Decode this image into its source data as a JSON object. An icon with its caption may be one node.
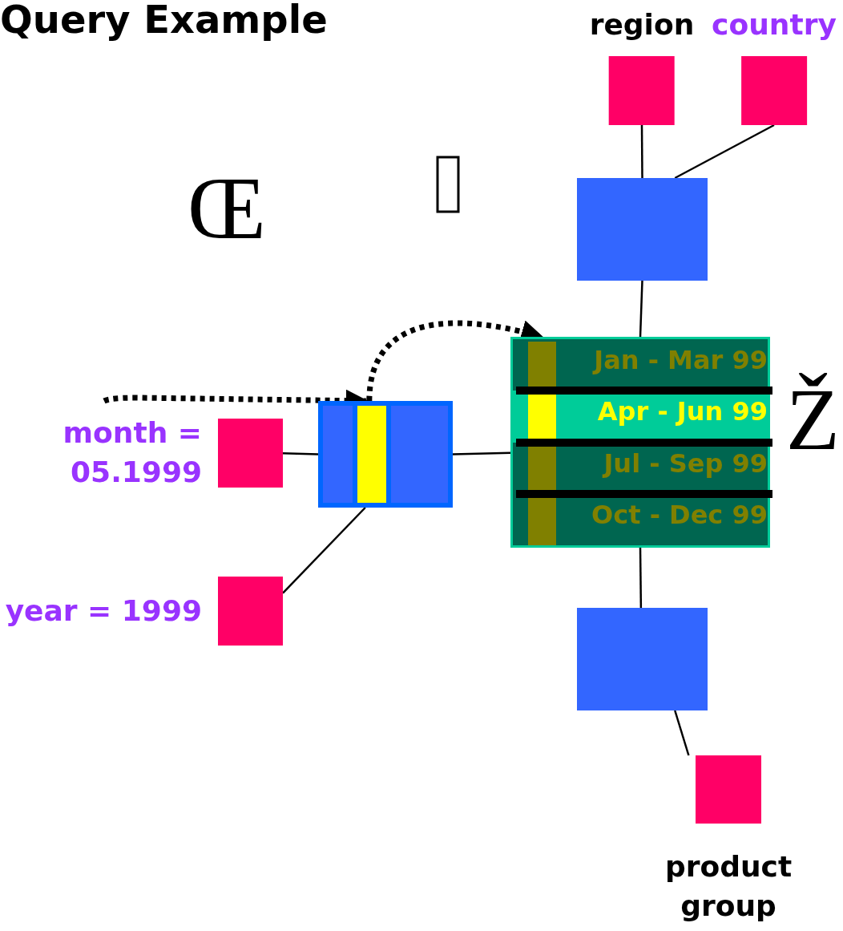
{
  "diagram": {
    "title": "Query Example",
    "nodes": [
      {
        "text": [
          "region"
        ]
      },
      {
        "text": [
          "country"
        ]
      },
      {
        "text": [],
        "shape": "box"
      },
      {
        "text": [
          "Jan - Mar 99",
          "Apr - Jun 99",
          "Jul - Sep 99",
          "Oct - Dec 99"
        ]
      },
      {
        "text": [],
        "shape": "box"
      },
      {
        "text": [
          "product group"
        ]
      },
      {
        "text": [],
        "shape": "box"
      },
      {
        "text": [
          "month = 05.1999"
        ]
      },
      {
        "text": [
          "year = 1999"
        ]
      }
    ],
    "edges": [
      {
        "from": 0,
        "to": 2,
        "arrow": "none"
      },
      {
        "from": 1,
        "to": 2,
        "arrow": "none"
      },
      {
        "from": 2,
        "to": 3,
        "arrow": "none"
      },
      {
        "from": 3,
        "to": 4,
        "arrow": "none"
      },
      {
        "from": 4,
        "to": 5,
        "arrow": "none"
      },
      {
        "from": 7,
        "to": 6,
        "arrow": "none"
      },
      {
        "from": 8,
        "to": 6,
        "arrow": "none"
      },
      {
        "from": 6,
        "to": 3,
        "arrow": "none"
      },
      {
        "from": null,
        "to": 6,
        "arrow": "to",
        "style": "dashed"
      },
      {
        "from": 6,
        "to": 3,
        "arrow": "to",
        "style": "dashed"
      }
    ],
    "labels": [
      "Œ",
      "Ž"
    ]
  }
}
